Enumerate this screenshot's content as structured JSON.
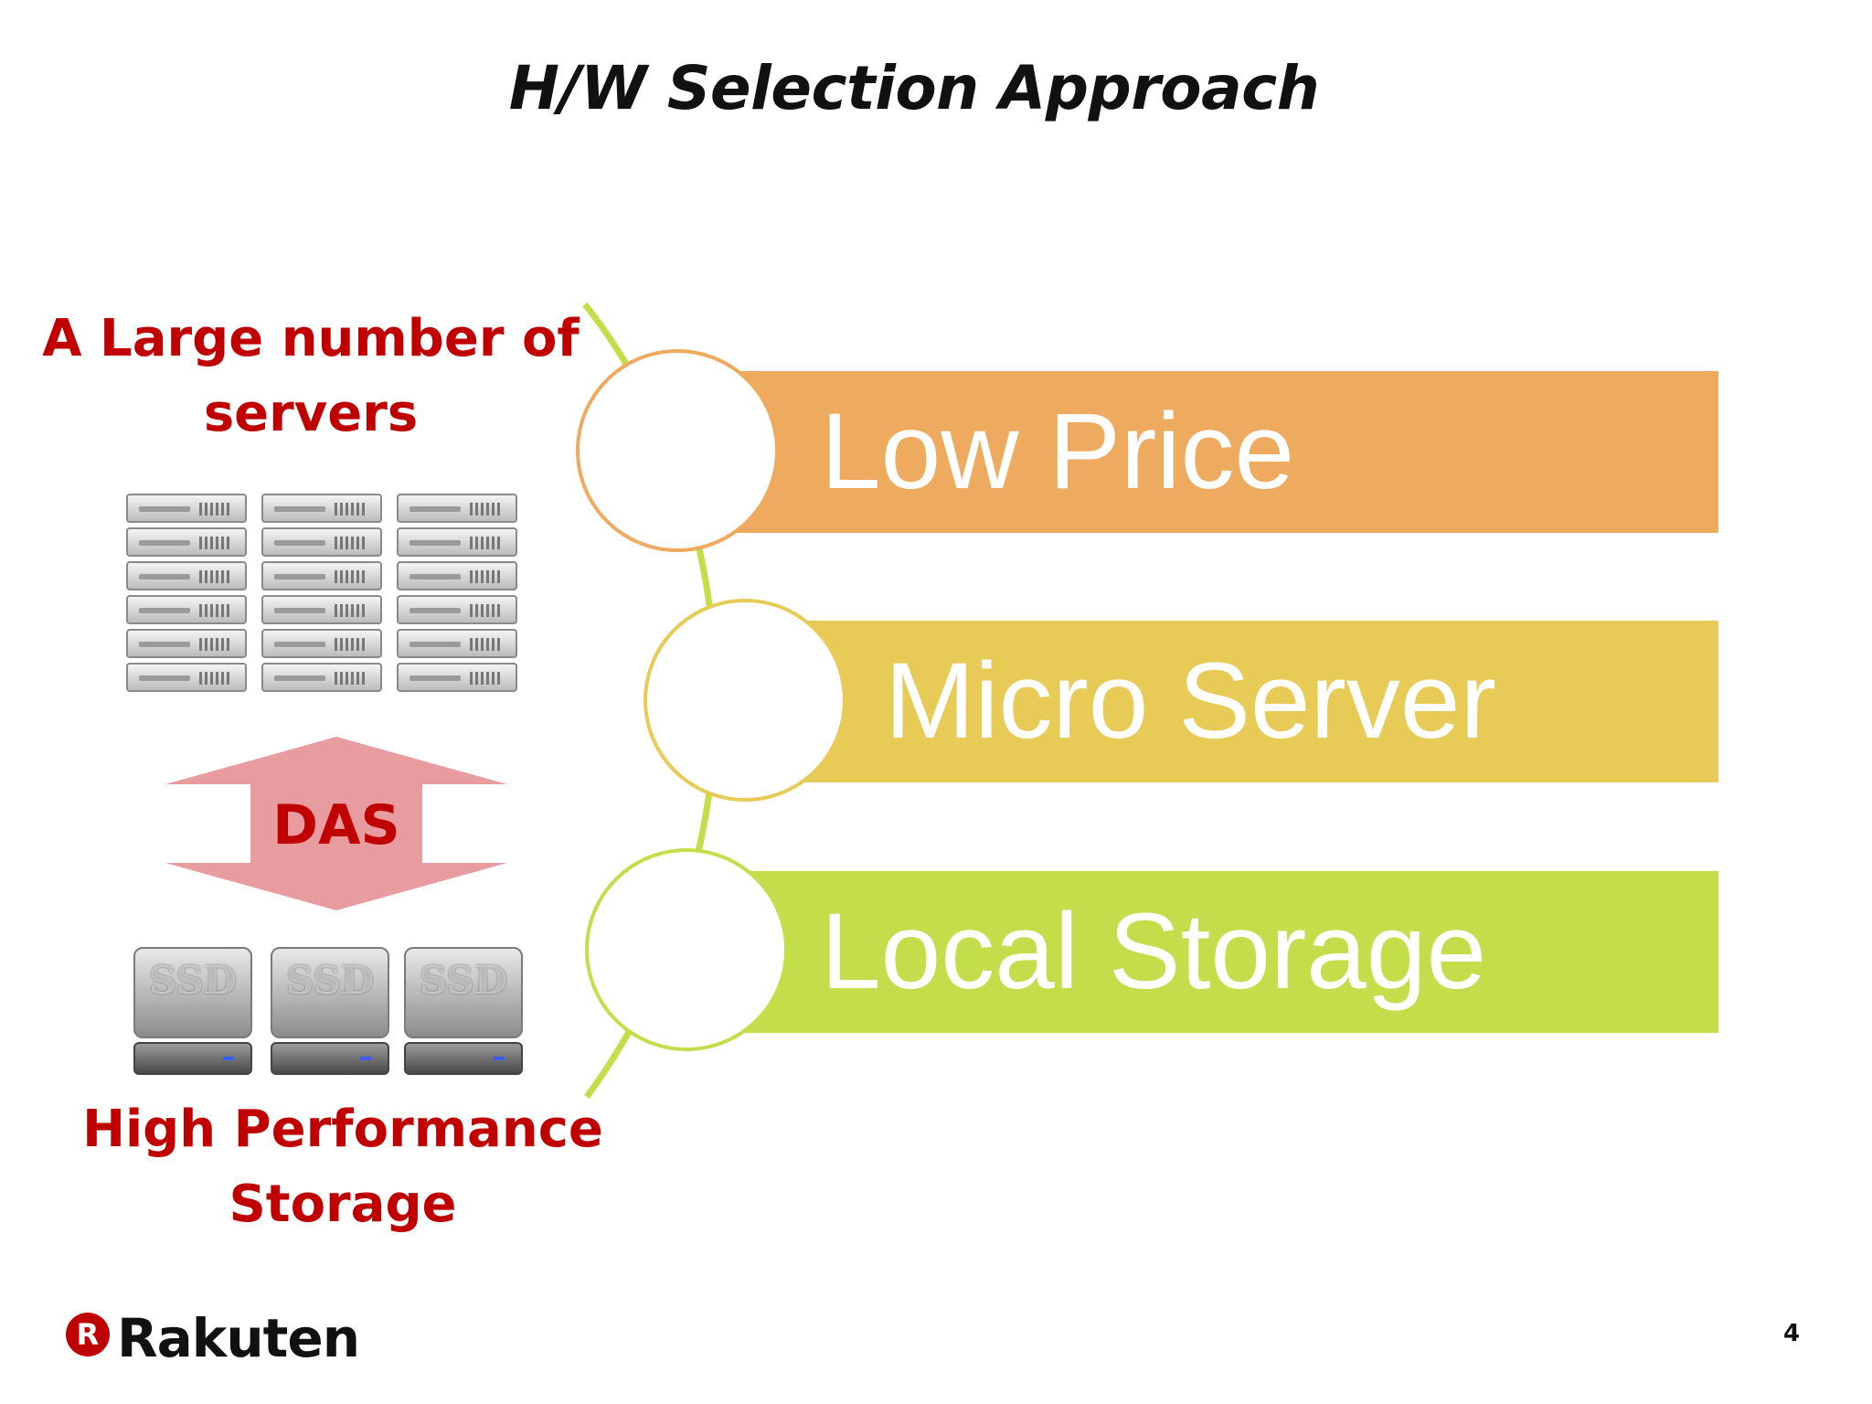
{
  "slide": {
    "title": "H/W Selection Approach",
    "servers_caption_line1": "A Large number of",
    "servers_caption_line2": "servers",
    "arrow_label": "DAS",
    "storage_caption_line1": "High Performance",
    "storage_caption_line2": "Storage",
    "ssd_label": "SSD",
    "items": [
      {
        "label": "Low Price",
        "color": "#eeaa5f"
      },
      {
        "label": "Micro Server",
        "color": "#e7cb56"
      },
      {
        "label": "Local Storage",
        "color": "#c4dd4a"
      }
    ],
    "connector_color": "#c4dd4a",
    "arrow_color": "#e99ca0",
    "caption_color": "#c00000"
  },
  "footer": {
    "logo_mark": "R",
    "logo_text": "Rakuten",
    "page_number": "4"
  }
}
